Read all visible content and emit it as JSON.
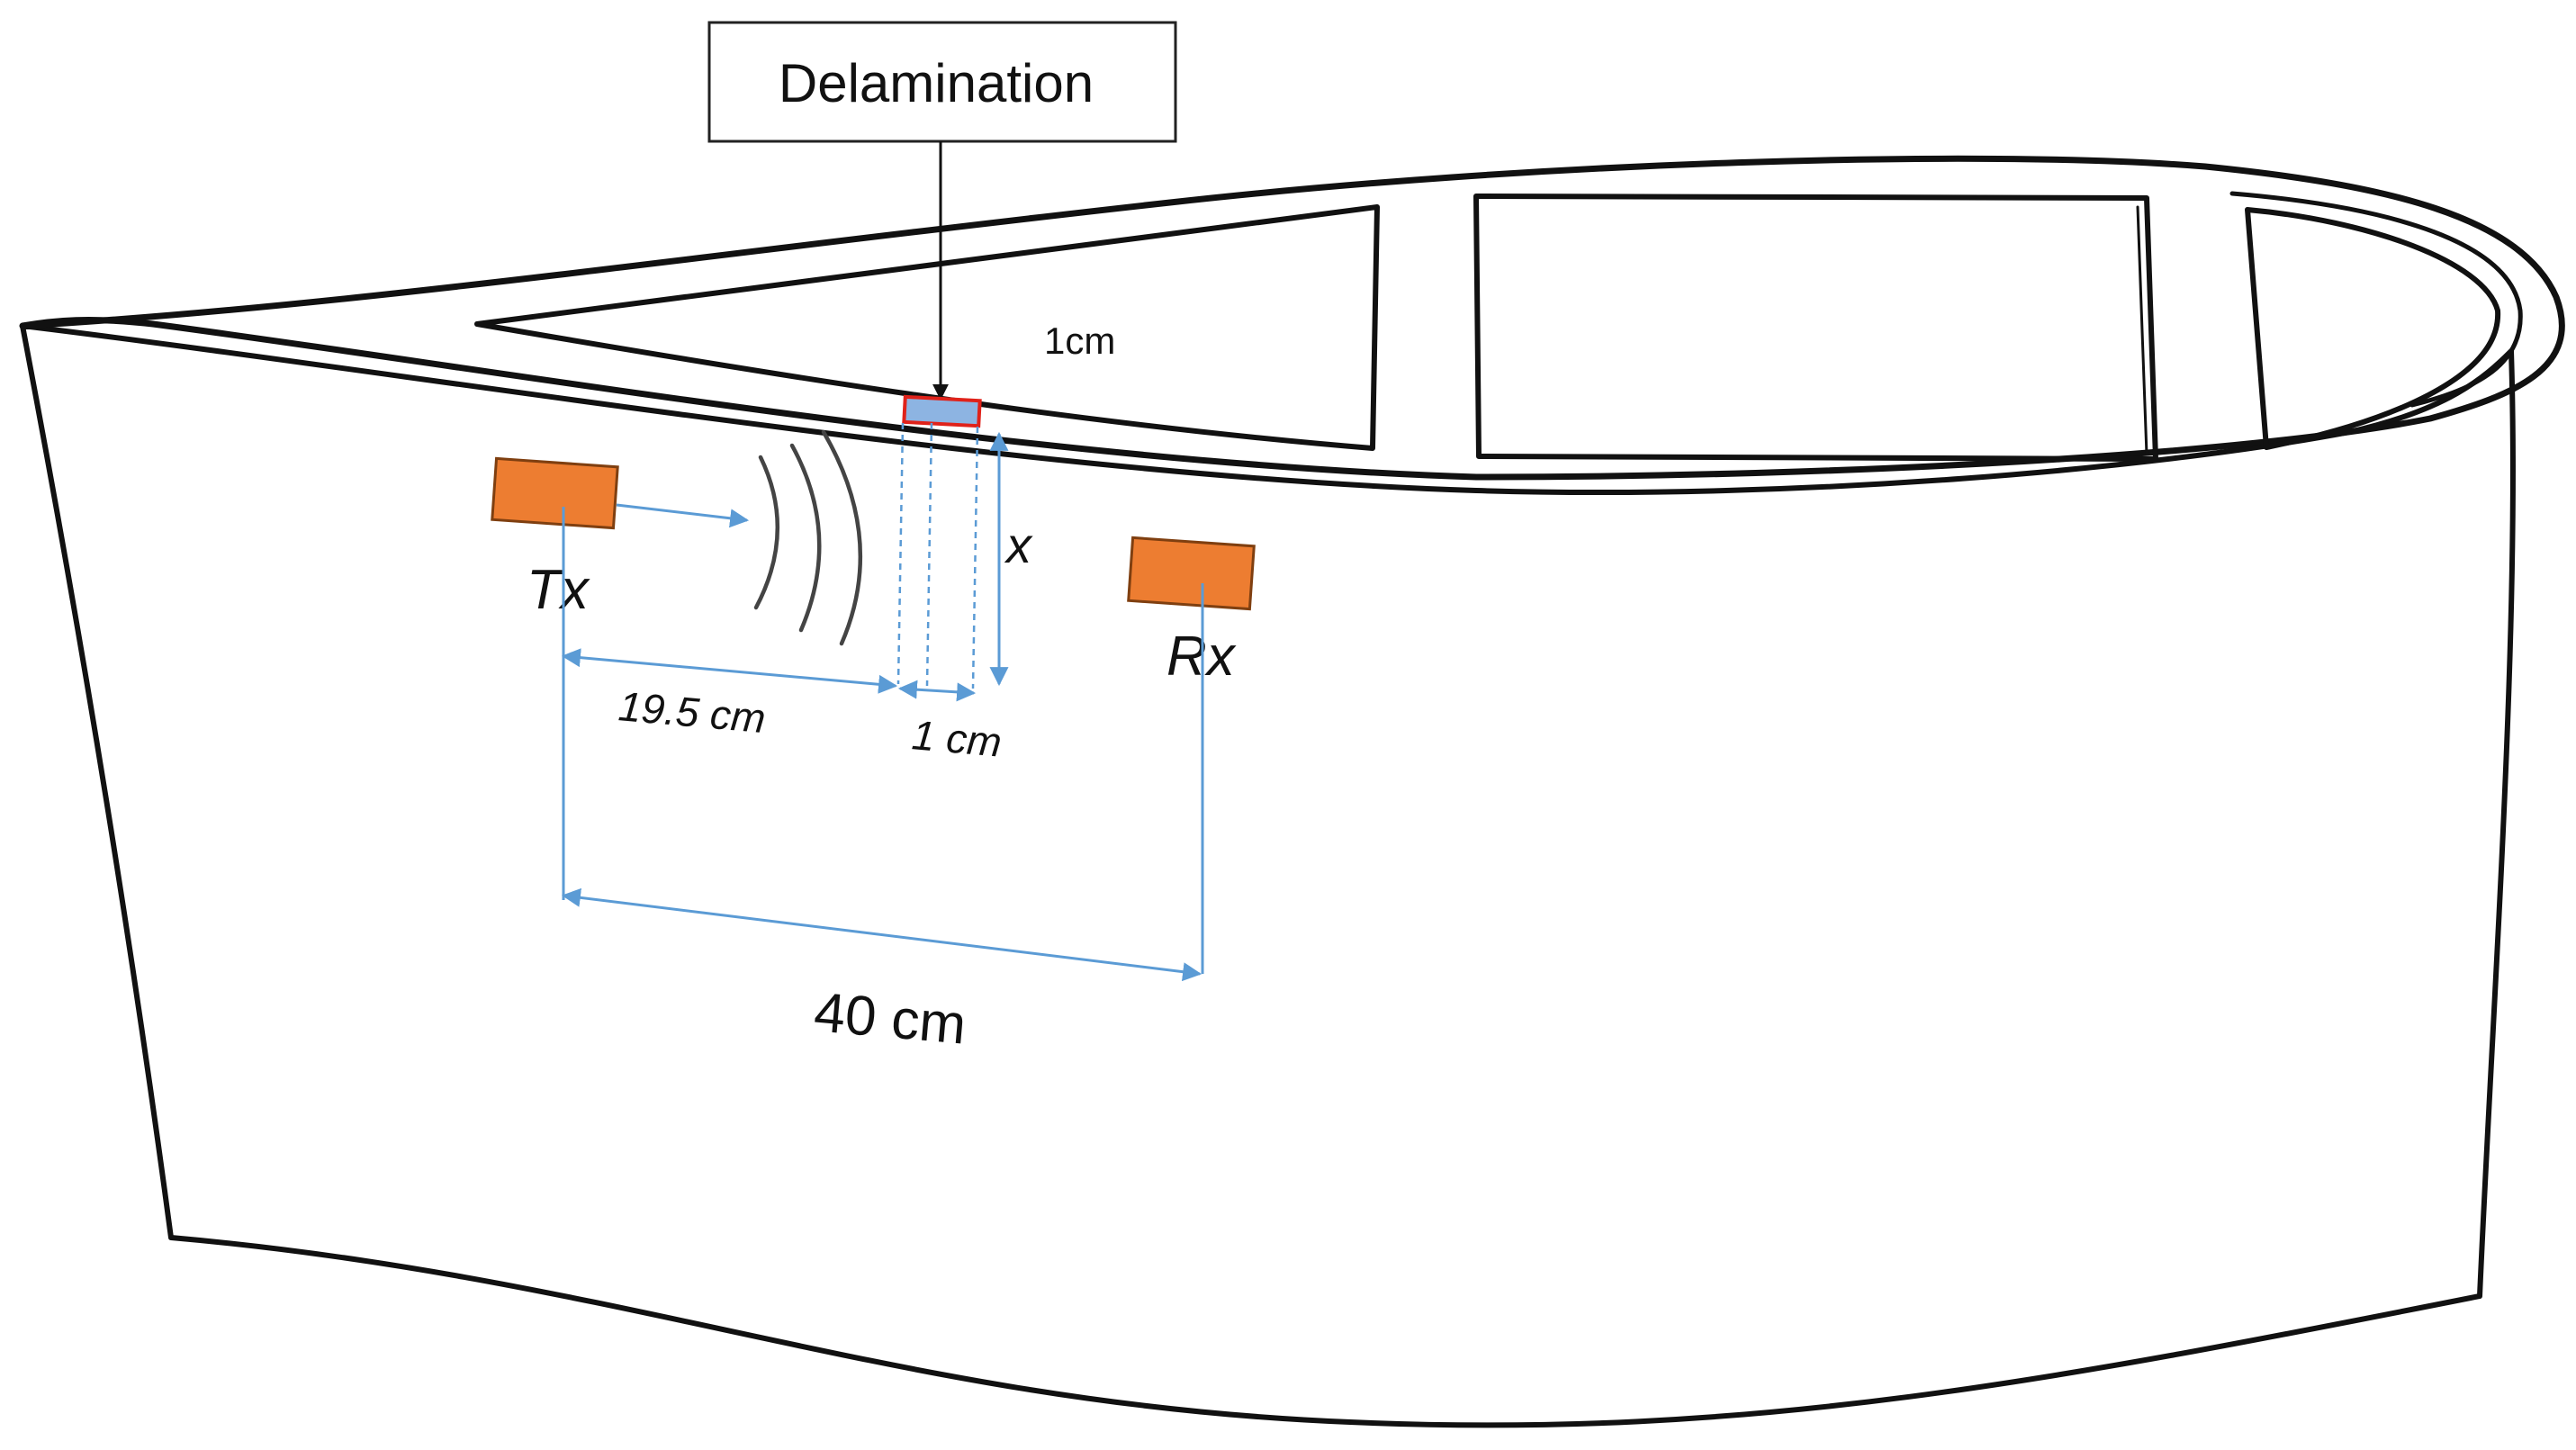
{
  "callout": {
    "label": "Delamination"
  },
  "labels": {
    "skin_thickness": "1cm",
    "transmitter": "Tx",
    "receiver": "Rx",
    "depth_variable": "x",
    "tx_to_defect": "19.5 cm",
    "defect_width": "1 cm",
    "tx_to_rx": "40 cm"
  },
  "colors": {
    "sensor_fill": "#ed7d31",
    "sensor_stroke": "#7f3f10",
    "dimension_lines": "#5b9bd5",
    "defect_outline": "#e0221a",
    "defect_fill": "#8db4e2",
    "outline": "#111111"
  }
}
